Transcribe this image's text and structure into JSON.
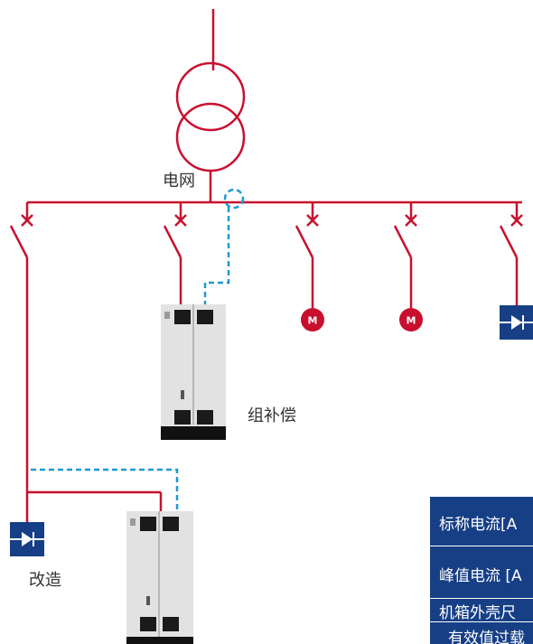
{
  "diagram": {
    "labels": {
      "grid": "电网",
      "group_compensation": "组补偿",
      "retrofit": "改造"
    },
    "motor_symbol": "M",
    "colors": {
      "line": "#c8102e",
      "dashed": "#1e9ad6",
      "device_blue": "#163f86",
      "cabinet": "#e6e6e6"
    }
  },
  "spec_table": {
    "rows": [
      "标称电流[A",
      "峰值电流 [A",
      "机箱外壳尺",
      "有效值过载"
    ]
  }
}
